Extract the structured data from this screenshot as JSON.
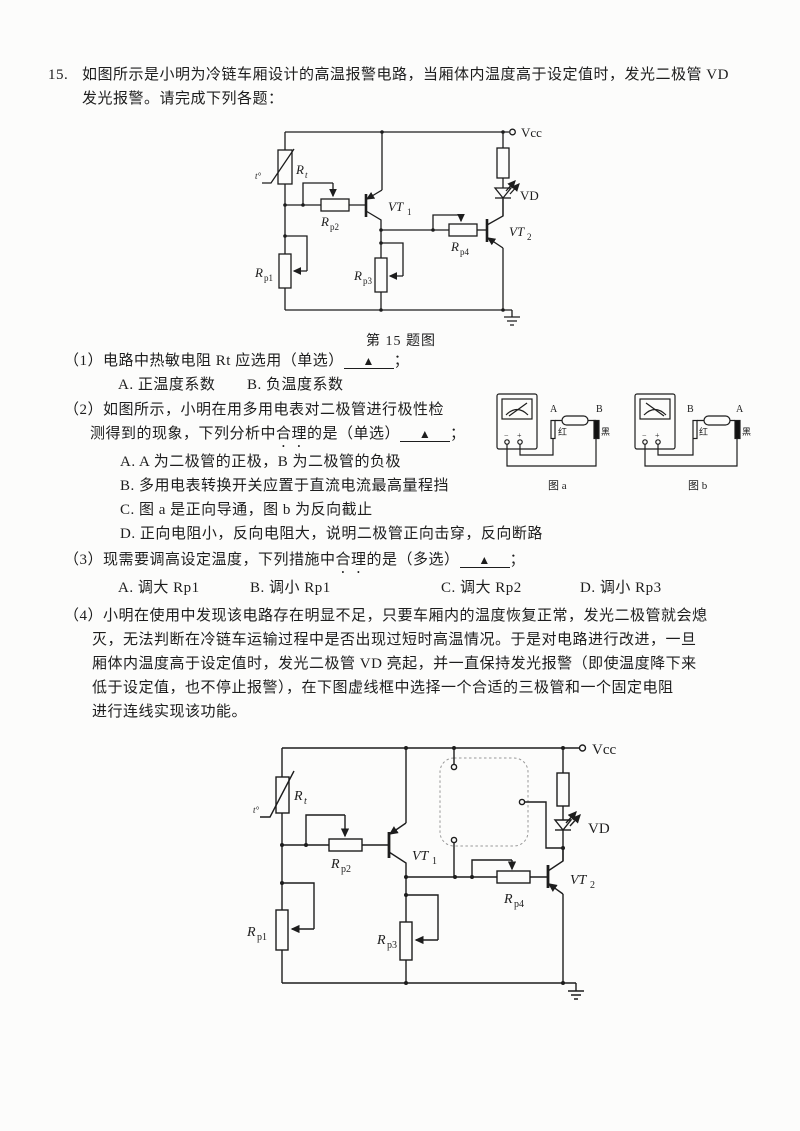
{
  "problem": {
    "number": "15.",
    "intro_line1": "如图所示是小明为冷链车厢设计的高温报警电路，当厢体内温度高于设定值时，发光二极管 VD",
    "intro_line2": "发光报警。请完成下列各题："
  },
  "figure1": {
    "caption": "第 15 题图"
  },
  "labels": {
    "vcc": "Vcc",
    "vd": "VD",
    "r": "R",
    "t": "t",
    "p1": "p1",
    "p2": "p2",
    "p3": "p3",
    "p4": "p4",
    "vt": "VT",
    "one": "1",
    "two": "2",
    "tdeg": "t°"
  },
  "q1": {
    "num": "（1）",
    "stem": "电路中热敏电阻 Rt 应选用（单选）",
    "blank": "▲",
    "tail": "；",
    "optA": "A. 正温度系数",
    "optB": "B. 负温度系数"
  },
  "q2": {
    "num": "（2）",
    "line1": "如图所示，小明在用多用电表对二极管进行极性检",
    "line2_pre": "测得到的现象，下列分析中",
    "line2_em": "合理",
    "line2_post": "的是（单选）",
    "blank": "▲",
    "tail": "；",
    "optA": "A. A 为二极管的正极，B 为二极管的负极",
    "optB": "B. 多用电表转换开关应置于直流电流最高量程挡",
    "optC": "C. 图 a 是正向导通，图 b 为反向截止",
    "optD": "D. 正向电阻小，反向电阻大，说明二极管正向击穿，反向断路"
  },
  "q3": {
    "num": "（3）",
    "pre": "现需要调高设定温度，下列措施中",
    "em": "合理",
    "post": "的是（多选）",
    "blank": "▲",
    "tail": "；",
    "optA": "A. 调大 Rp1",
    "optB": "B. 调小 Rp1",
    "optC": "C. 调大 Rp2",
    "optD": "D. 调小 Rp3"
  },
  "q4": {
    "num": "（4）",
    "lines": [
      "小明在使用中发现该电路存在明显不足，只要车厢内的温度恢复正常，发光二极管就会熄",
      "灭，无法判断在冷链车运输过程中是否出现过短时高温情况。于是对电路进行改进，一旦",
      "厢体内温度高于设定值时，发光二极管 VD 亮起，并一直保持发光报警（即使温度降下来",
      "低于设定值，也不停止报警），在下图虚线框中选择一个合适的三极管和一个固定电阻",
      "进行连线实现该功能。"
    ]
  },
  "meters": {
    "a": {
      "name": "图 a",
      "left_terminal": "A",
      "right_terminal": "B",
      "red": "红",
      "black": "黑",
      "minus": "−",
      "plus": "+"
    },
    "b": {
      "name": "图 b",
      "left_terminal": "B",
      "right_terminal": "A",
      "red": "红",
      "black": "黑",
      "minus": "−",
      "plus": "+"
    }
  }
}
